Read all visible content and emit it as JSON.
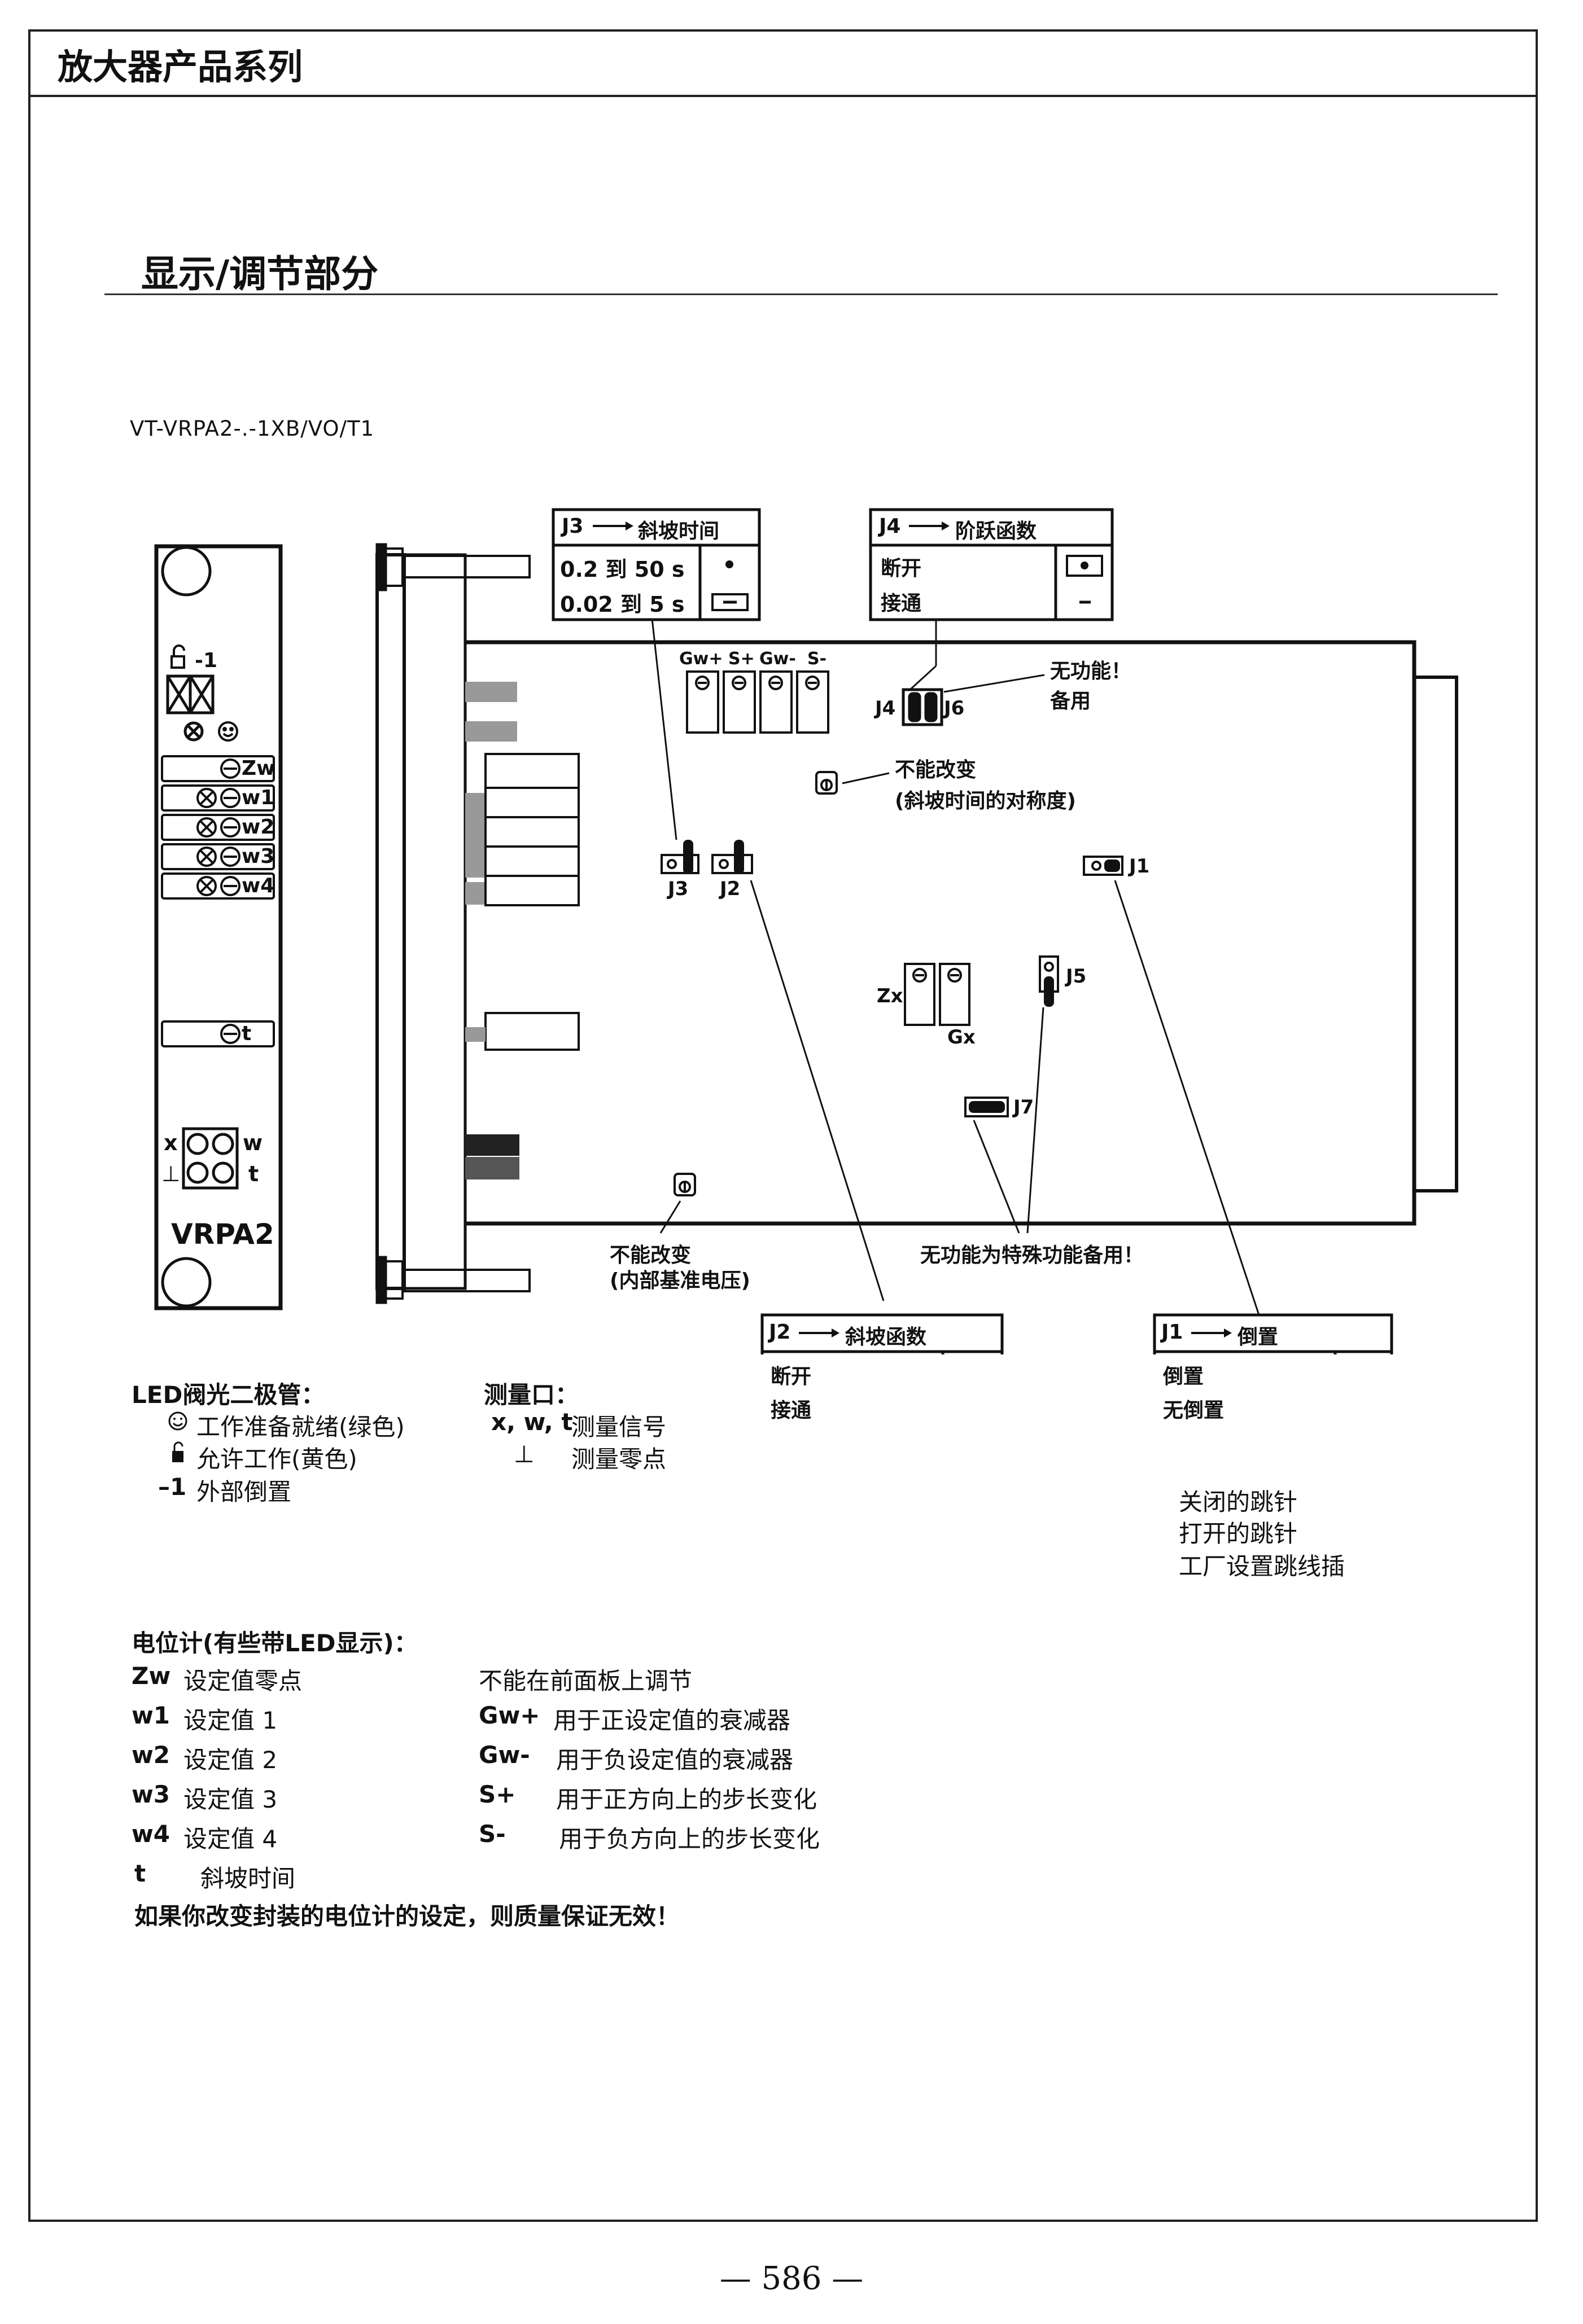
{
  "header": {
    "title": "放大器产品系列"
  },
  "section": {
    "title": "显示/调节部分"
  },
  "model": "VT-VRPA2-.-1XB/VO/T1",
  "panel": {
    "lock_label": "-1",
    "rows": [
      "Zw",
      "w1",
      "w2",
      "w3",
      "w4"
    ],
    "t_label": "t",
    "jack_x": "x",
    "jack_w": "w",
    "jack_gnd": "⊥",
    "jack_t": "t",
    "name": "VRPA2"
  },
  "pot_labels": [
    "Gw+",
    "S+",
    "Gw-",
    "S-"
  ],
  "jumper_labels": {
    "j1": "J1",
    "j2": "J2",
    "j3": "J3",
    "j4": "J4",
    "j5": "J5",
    "j6": "J6",
    "j7": "J7",
    "zx": "Zx",
    "gx": "Gx"
  },
  "boxes": {
    "j3": {
      "title": "J3",
      "func": "斜坡时间",
      "row1": "0.2 到 50 s",
      "row2": "0.02 到 5 s"
    },
    "j4": {
      "title": "J4",
      "func": "阶跃函数",
      "row1": "断开",
      "row2": "接通"
    },
    "j2": {
      "title": "J2",
      "func": "斜坡函数",
      "row1": "断开",
      "row2": "接通"
    },
    "j1": {
      "title": "J1",
      "func": "倒置",
      "row1": "倒置",
      "row2": "无倒置"
    }
  },
  "notes": {
    "no_function_1": "无功能！",
    "spare": "备用",
    "no_change_1": "不能改变",
    "no_change_1_sub": "(斜坡时间的对称度)",
    "no_change_2": "不能改变",
    "no_change_2_sub": "(内部基准电压)",
    "special": "无功能为特殊功能备用！"
  },
  "led": {
    "heading": "LED阀光二极管：",
    "items": [
      "工作准备就绪(绿色)",
      "允许工作(黄色)"
    ],
    "ext_label": "–1",
    "ext_text": "外部倒置"
  },
  "measure": {
    "heading": "测量口：",
    "r1_label": "x, w, t",
    "r1_text": "测量信号",
    "r2_label": "⊥",
    "r2_text": "测量零点"
  },
  "legend": {
    "closed": "关闭的跳针",
    "open": "打开的跳针",
    "factory": "工厂设置跳线插"
  },
  "pot": {
    "heading": "电位计(有些带LED显示)：",
    "left": [
      {
        "k": "Zw",
        "v": "设定值零点"
      },
      {
        "k": "w1",
        "v": "设定值 1"
      },
      {
        "k": "w2",
        "v": "设定值 2"
      },
      {
        "k": "w3",
        "v": "设定值 3"
      },
      {
        "k": "w4",
        "v": "设定值 4"
      },
      {
        "k": "t",
        "v": "斜坡时间"
      }
    ],
    "right_heading": "不能在前面板上调节",
    "right": [
      {
        "k": "Gw+",
        "v": "用于正设定值的衰减器"
      },
      {
        "k": "Gw-",
        "v": "用于负设定值的衰减器"
      },
      {
        "k": "S+",
        "v": "用于正方向上的步长变化"
      },
      {
        "k": "S-",
        "v": "用于负方向上的步长变化"
      }
    ],
    "warning": "如果你改变封装的电位计的设定，则质量保证无效！"
  },
  "page_number": "— 586 —"
}
